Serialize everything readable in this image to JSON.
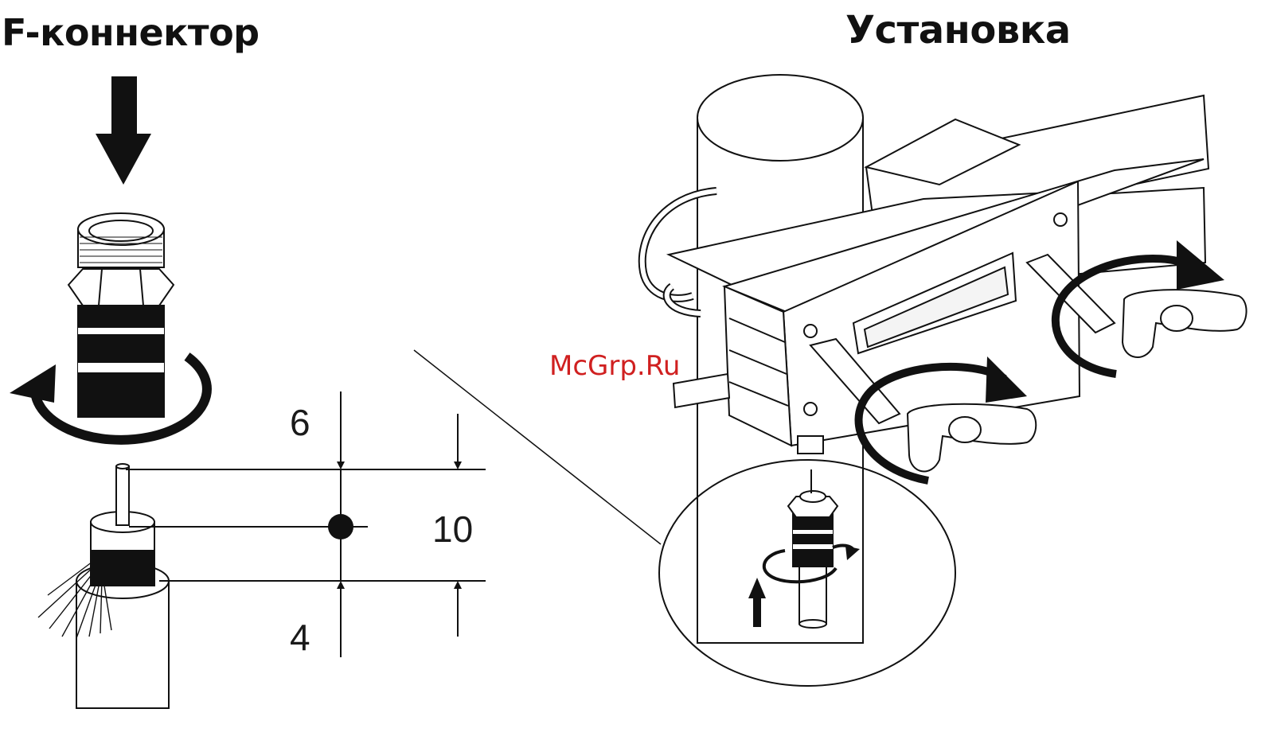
{
  "diagram": {
    "title_left": "F-коннектор",
    "title_right": "Установка",
    "dimensions": {
      "top_offset": "6",
      "total_length": "10",
      "bottom_offset": "4"
    },
    "watermark": "McGrp.Ru"
  }
}
